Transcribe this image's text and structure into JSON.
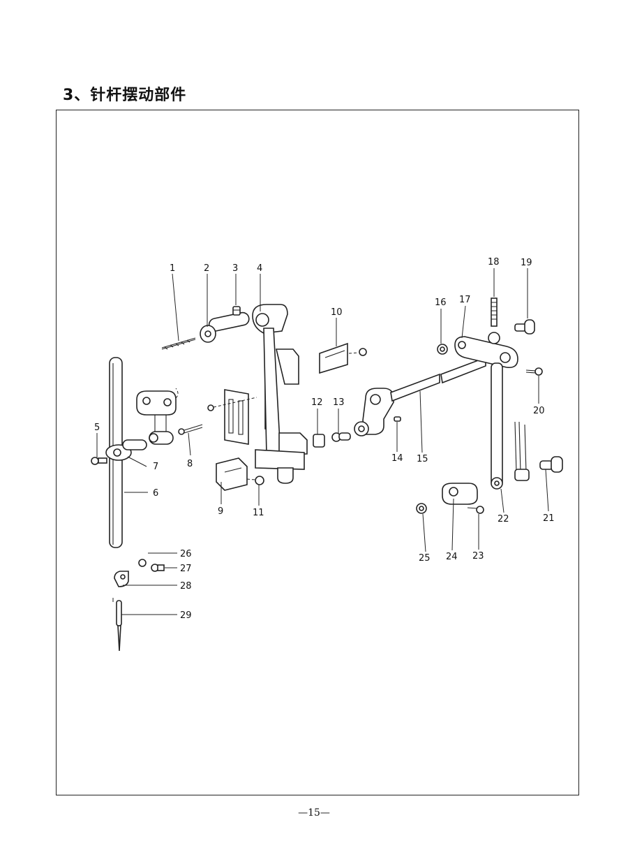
{
  "heading": "3、针杆摆动部件",
  "page_number": "—15—",
  "part_labels": [
    "1",
    "2",
    "3",
    "4",
    "5",
    "6",
    "7",
    "8",
    "9",
    "10",
    "11",
    "12",
    "13",
    "14",
    "15",
    "16",
    "17",
    "18",
    "19",
    "20",
    "21",
    "22",
    "23",
    "24",
    "25",
    "26",
    "27",
    "28",
    "29"
  ]
}
